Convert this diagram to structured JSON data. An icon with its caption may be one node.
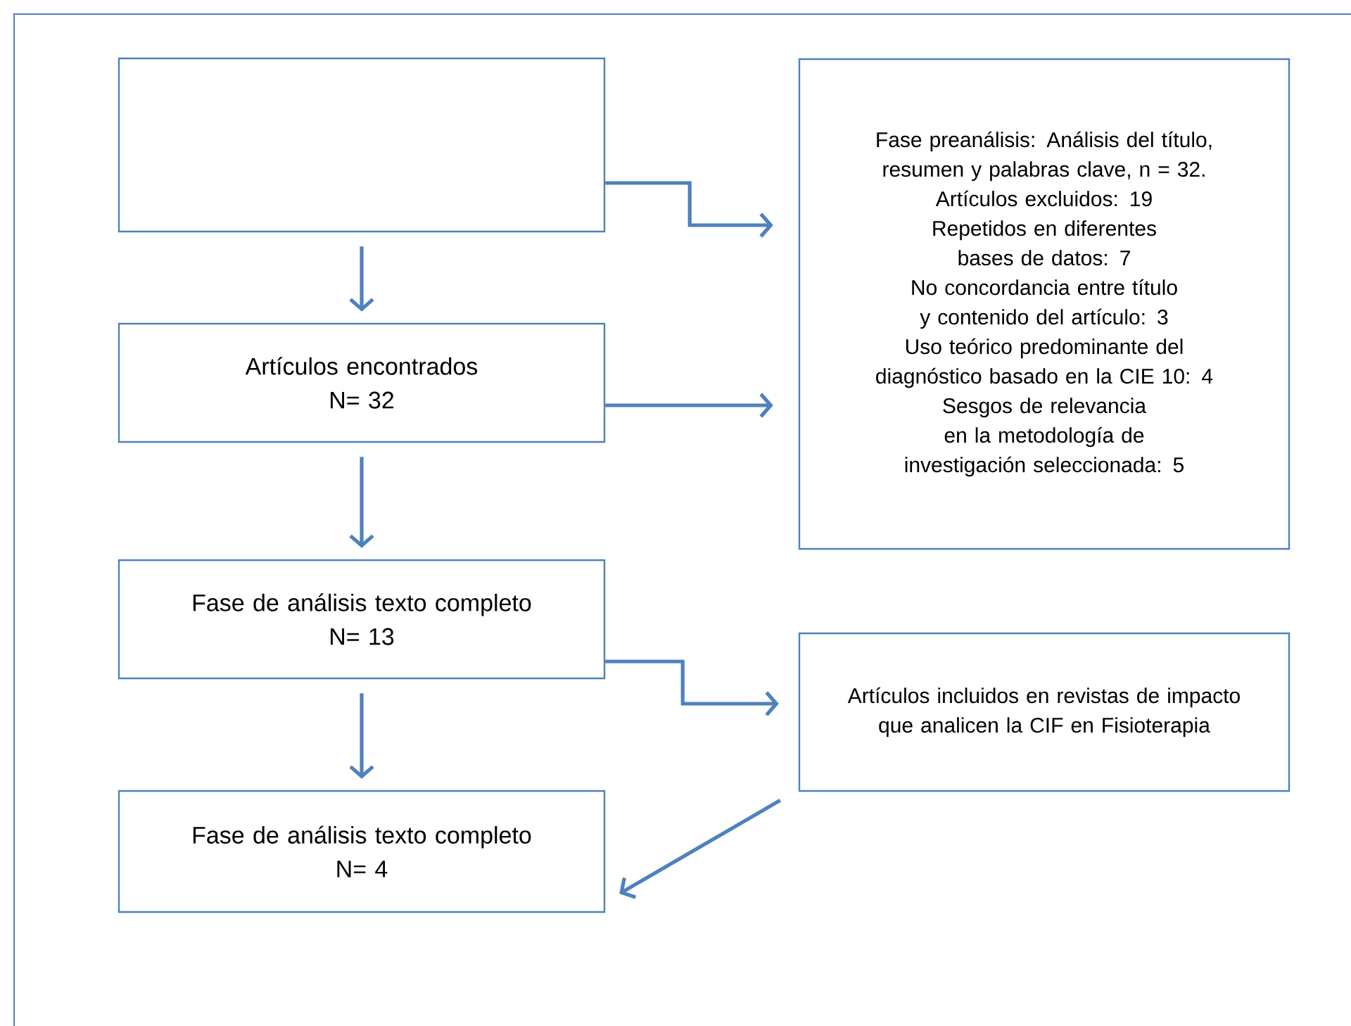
{
  "diagram": {
    "nodes": [
      {
        "text": [],
        "shape": "box"
      },
      {
        "text": [
          "Artículos encontrados",
          "N= 32"
        ]
      },
      {
        "text": [
          "Fase de análisis texto completo",
          "N= 13"
        ]
      },
      {
        "text": [
          "Fase de análisis texto completo",
          "N= 4"
        ]
      },
      {
        "text": [
          "Fase preanálisis: Análisis del título, resumen y palabras clave, n = 32.",
          "Artículos excluidos: 19",
          "Repetidos en diferentes bases de datos: 7",
          "No concordancia entre título y contenido del artículo: 3",
          "Uso teórico predominante del diagnóstico basado en la CIE 10: 4",
          "Sesgos de relevancia en la metodología de investigación seleccionada: 5"
        ]
      },
      {
        "text": [
          "Artículos incluidos en revistas de impacto",
          "que analicen la CIF en Fisioterapia"
        ]
      }
    ],
    "edges": [
      {
        "from": 0,
        "to": 1,
        "arrow": "to"
      },
      {
        "from": 1,
        "to": 2,
        "arrow": "to"
      },
      {
        "from": 2,
        "to": 3,
        "arrow": "to"
      },
      {
        "from": 0,
        "to": 4,
        "arrow": "to"
      },
      {
        "from": 1,
        "to": 4,
        "arrow": "to"
      },
      {
        "from": 2,
        "to": 5,
        "arrow": "to"
      },
      {
        "from": 5,
        "to": 3,
        "arrow": "to"
      }
    ]
  }
}
